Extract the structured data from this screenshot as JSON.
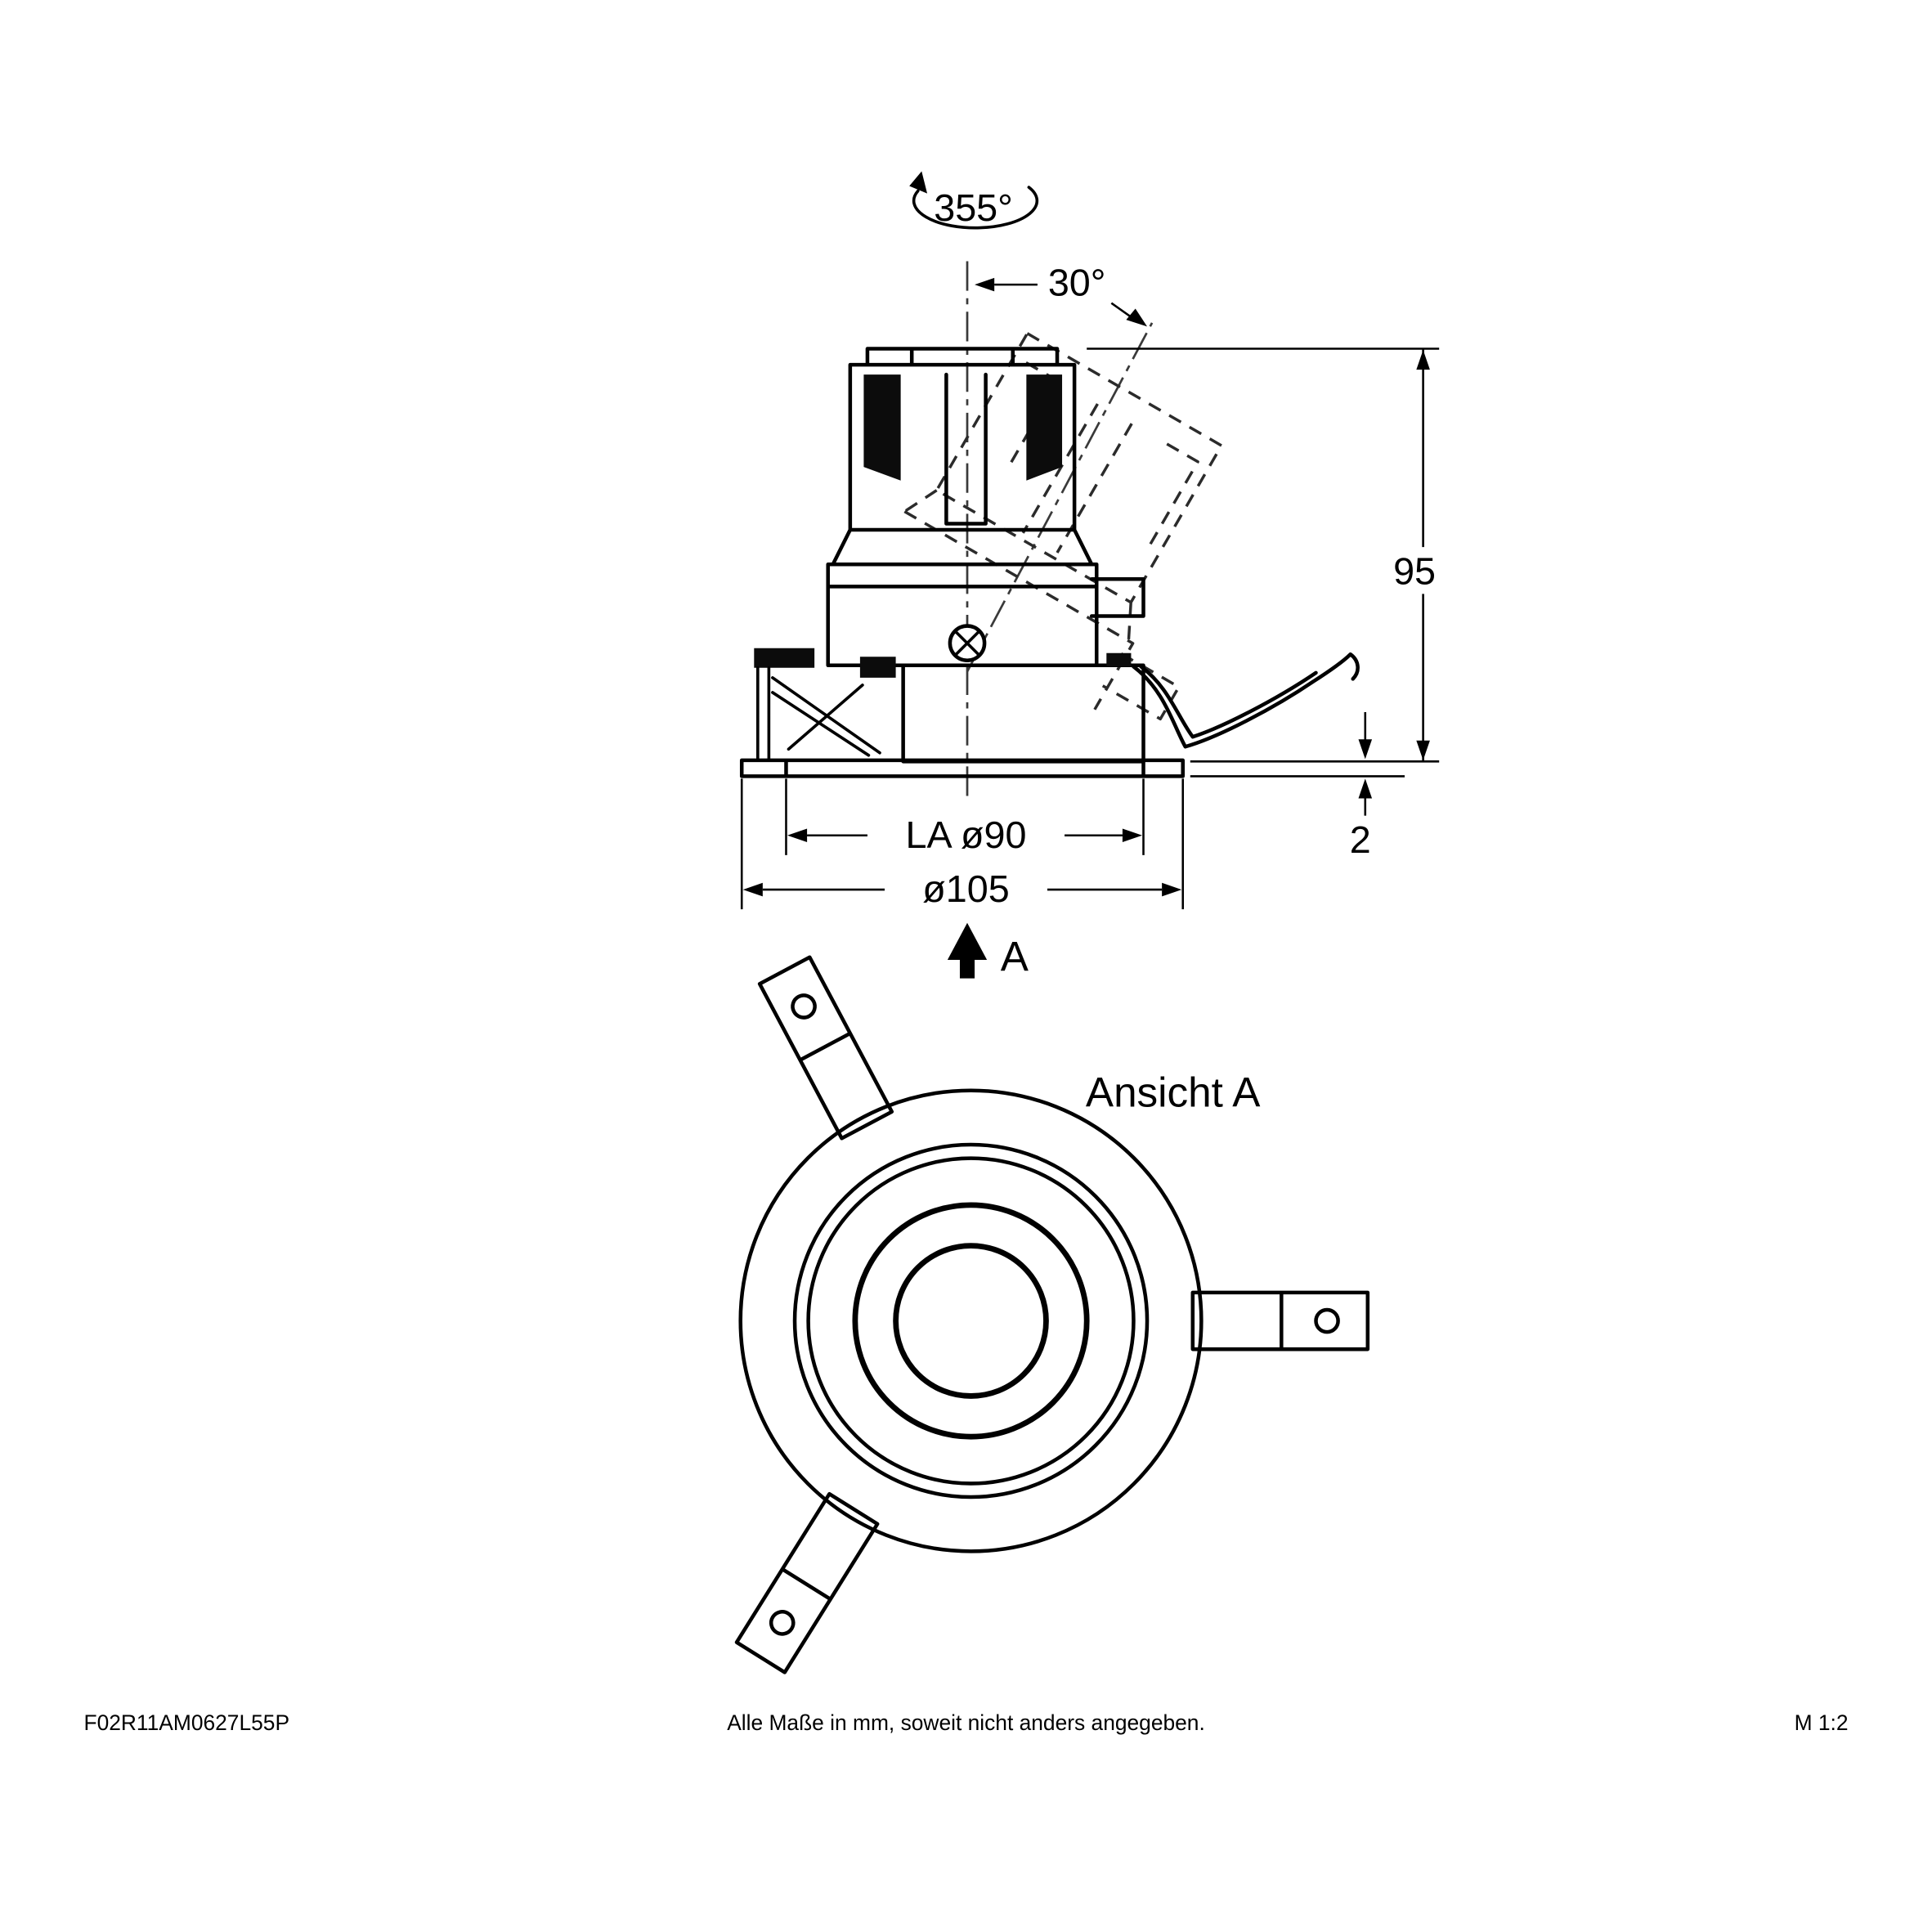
{
  "page": {
    "background": "#ffffff",
    "line_color": "#000000"
  },
  "side_view": {
    "rotation_label": "355°",
    "tilt_label": "30°",
    "height_label": "95",
    "thickness_label": "2",
    "cutout_label": "LA ø90",
    "outer_diameter_label": "ø105",
    "view_arrow_label": "A"
  },
  "top_view": {
    "title": "Ansicht A"
  },
  "footer": {
    "article_number": "F02R11AM0627L55P",
    "note": "Alle Maße in mm, soweit nicht anders angegeben.",
    "scale": "M 1:2"
  }
}
